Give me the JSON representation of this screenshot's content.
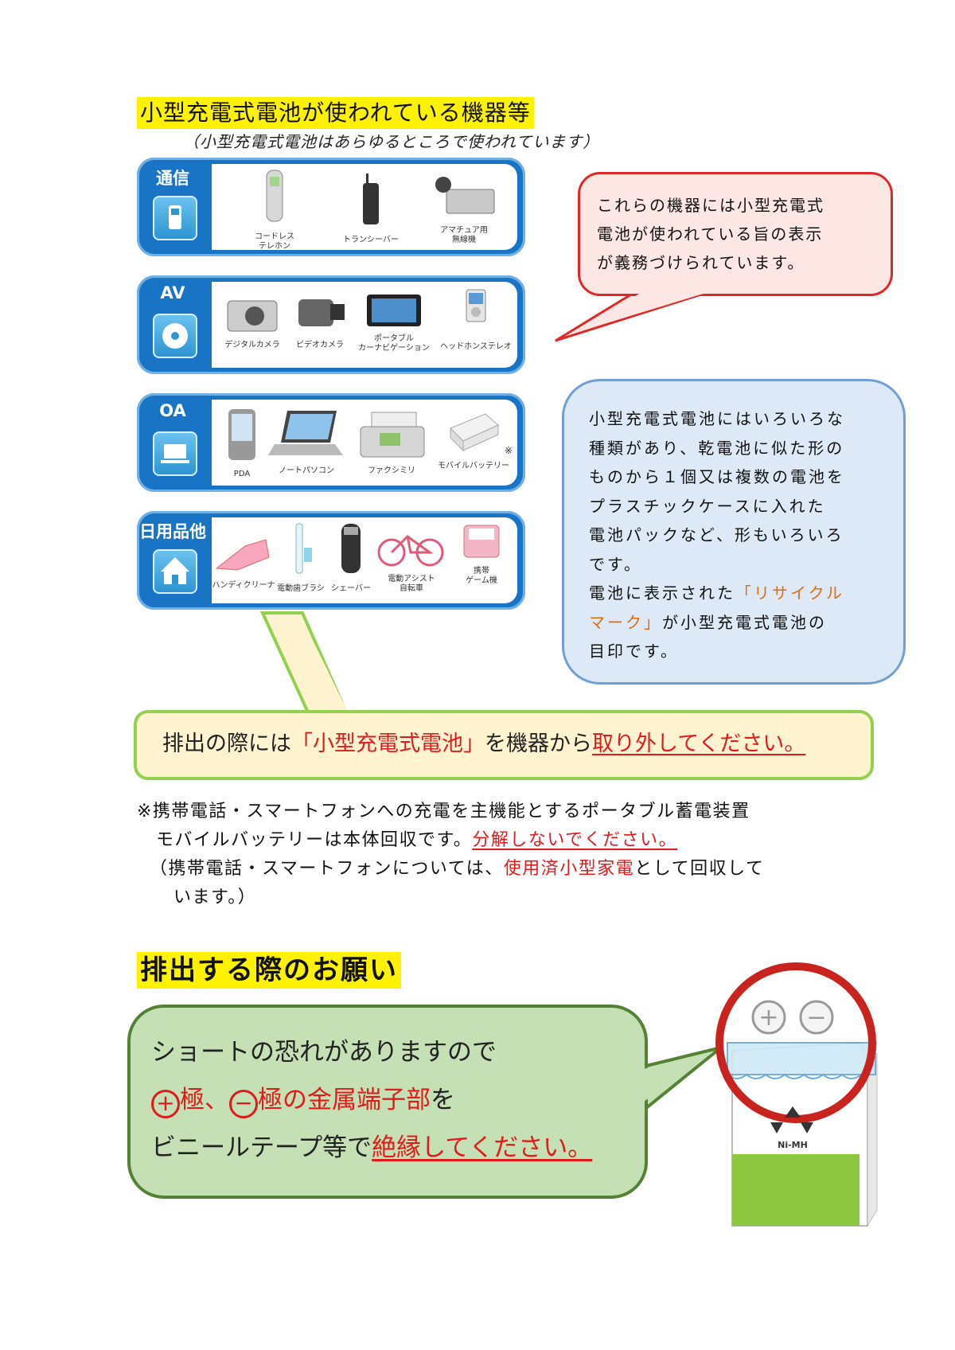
{
  "section1": {
    "title": "小型充電式電池が使われている機器等",
    "subtitle": "（小型充電式電池はあらゆるところで使われています）"
  },
  "categories": [
    {
      "label": "通信",
      "devices": [
        "コードレス\nテレホン",
        "トランシーバー",
        "アマチュア用\n無線機"
      ]
    },
    {
      "label": "AV",
      "devices": [
        "デジタルカメラ",
        "ビデオカメラ",
        "ポータブル\nカーナビゲーション",
        "ヘッドホンステレオ"
      ]
    },
    {
      "label": "OA",
      "devices": [
        "PDA",
        "ノートパソコン",
        "ファクシミリ",
        "モバイルバッテリー"
      ],
      "note_mark": "※"
    },
    {
      "label": "日用品他",
      "devices": [
        "ハンディクリーナ",
        "電動歯ブラシ",
        "シェーバー",
        "電動アシスト\n自転車",
        "携帯\nゲーム機"
      ]
    }
  ],
  "callout_pink": {
    "lines": [
      "これらの機器には小型充電式",
      "電池が使われている旨の表示",
      "が義務づけられています。"
    ]
  },
  "callout_blue": {
    "lines": [
      "小型充電式電池にはいろいろな",
      "種類があり、乾電池に似た形の",
      "ものから１個又は複数の電池を",
      "プラスチックケースに入れた",
      "電池パックなど、形もいろいろ",
      "です。"
    ],
    "line7_prefix": "電池に表示された",
    "line7_highlight": "「リサイクル",
    "line8_highlight": "マーク」",
    "line8_suffix": "が小型充電式電池の",
    "line9": "目印です。"
  },
  "remove_box": {
    "prefix": "排出の際には",
    "highlight": "「小型充電式電池」",
    "middle": "を機器から",
    "underlined": "取り外してください。"
  },
  "note": {
    "line1": "※携帯電話・スマートフォンへの充電を主機能とするポータブル蓄電装置",
    "line2_prefix": "モバイルバッテリーは本体回収です。",
    "line2_red": "分解しないでください。",
    "line3_prefix": "（携帯電話・スマートフォンについては、",
    "line3_red": "使用済小型家電",
    "line3_suffix": "として回収して",
    "line4": "います。）"
  },
  "section2": {
    "title": "排出する際のお願い",
    "line1": "ショートの恐れがありますので",
    "plus_symbol": "+",
    "minus_symbol": "−",
    "line2_a": "極、",
    "line2_b": "極の金属端子部",
    "line2_c": "を",
    "line3_prefix": "ビニールテープ等で",
    "line3_red": "絶縁してください。"
  },
  "battery_illustration": {
    "terminal_plus": "+",
    "terminal_minus": "−",
    "label": "Ni-MH"
  }
}
